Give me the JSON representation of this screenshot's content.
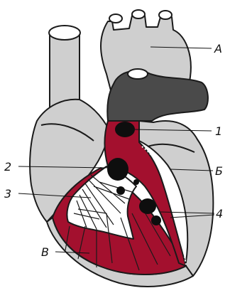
{
  "colors": {
    "heart_gray": "#cfcfcf",
    "vessel_dark": "#4a4a4a",
    "muscle_red": "#a3102e",
    "cavity_black": "#0e0e0e",
    "white": "#ffffff",
    "outline": "#1a1a1a"
  },
  "labels": {
    "A": "А",
    "B": "Б",
    "V": "В",
    "n1": "1",
    "n2": "2",
    "n3": "3",
    "n4": "4"
  }
}
